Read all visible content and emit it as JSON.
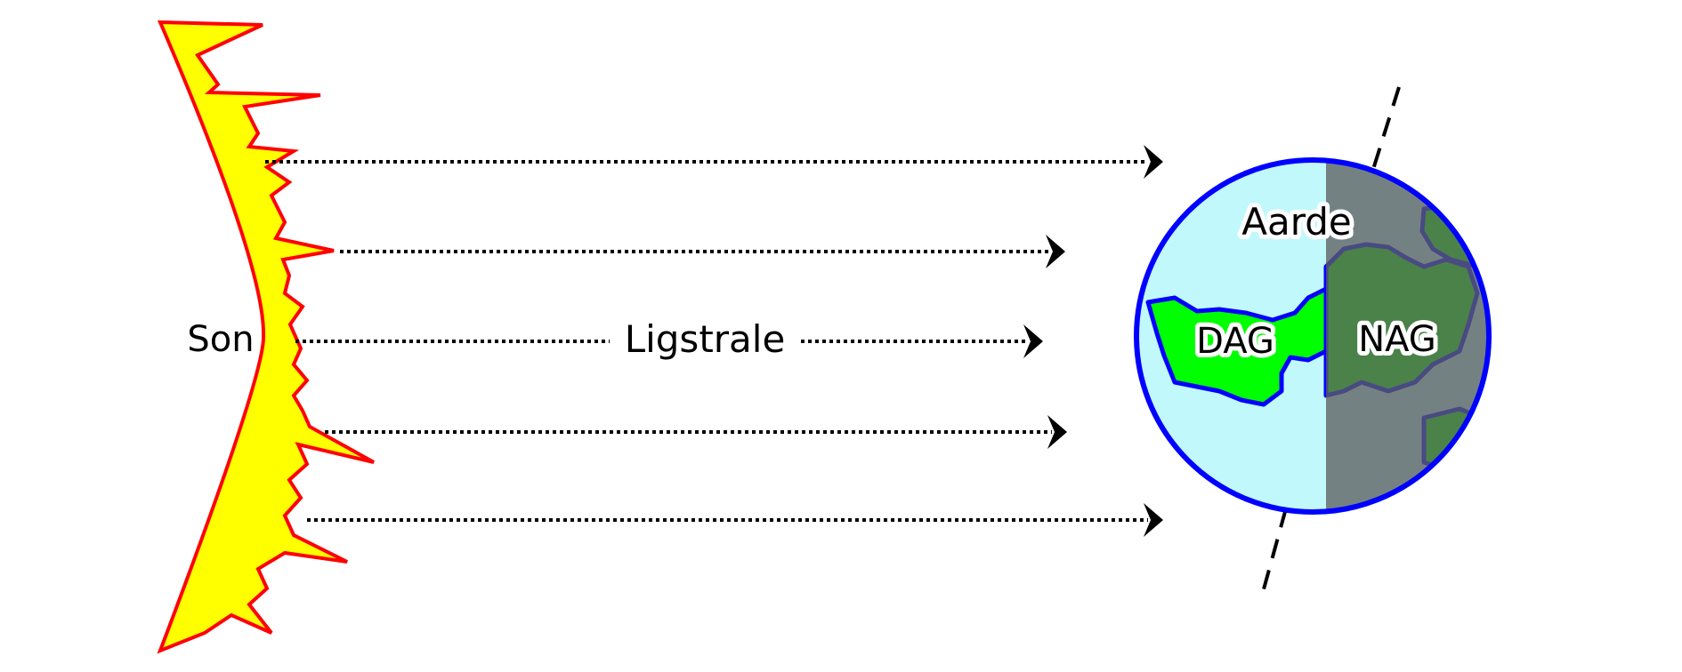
{
  "labels": {
    "sun": "Son",
    "rays": "Ligstrale",
    "earth": "Aarde",
    "day": "DAG",
    "night": "NAG"
  },
  "colors": {
    "sun_fill": "#ffff00",
    "sun_outline": "#ff0000",
    "ray": "#000000",
    "ocean": "#c0f8fc",
    "earth_outline": "#0000ff",
    "land": "#00ff00",
    "night_shade": "#5f5f5f",
    "axis": "#000000"
  },
  "rays": [
    {
      "name": "ray-1",
      "length": "long"
    },
    {
      "name": "ray-2",
      "length": "short"
    },
    {
      "name": "ray-3",
      "length": "labelled"
    },
    {
      "name": "ray-4",
      "length": "short"
    },
    {
      "name": "ray-5",
      "length": "long"
    }
  ]
}
